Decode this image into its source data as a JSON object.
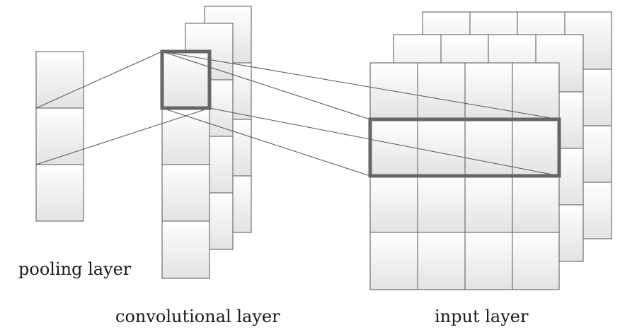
{
  "labels": {
    "pooling": "pooling layer",
    "convolutional": "convolutional layer",
    "input": "input layer"
  },
  "colors": {
    "cell_stroke": "#555555",
    "highlight_stroke": "#666666",
    "connector": "#555555",
    "text": "#1a1a1a",
    "cell_fill_top": "#ffffff",
    "cell_fill_bottom": "#e4e4e4"
  }
}
